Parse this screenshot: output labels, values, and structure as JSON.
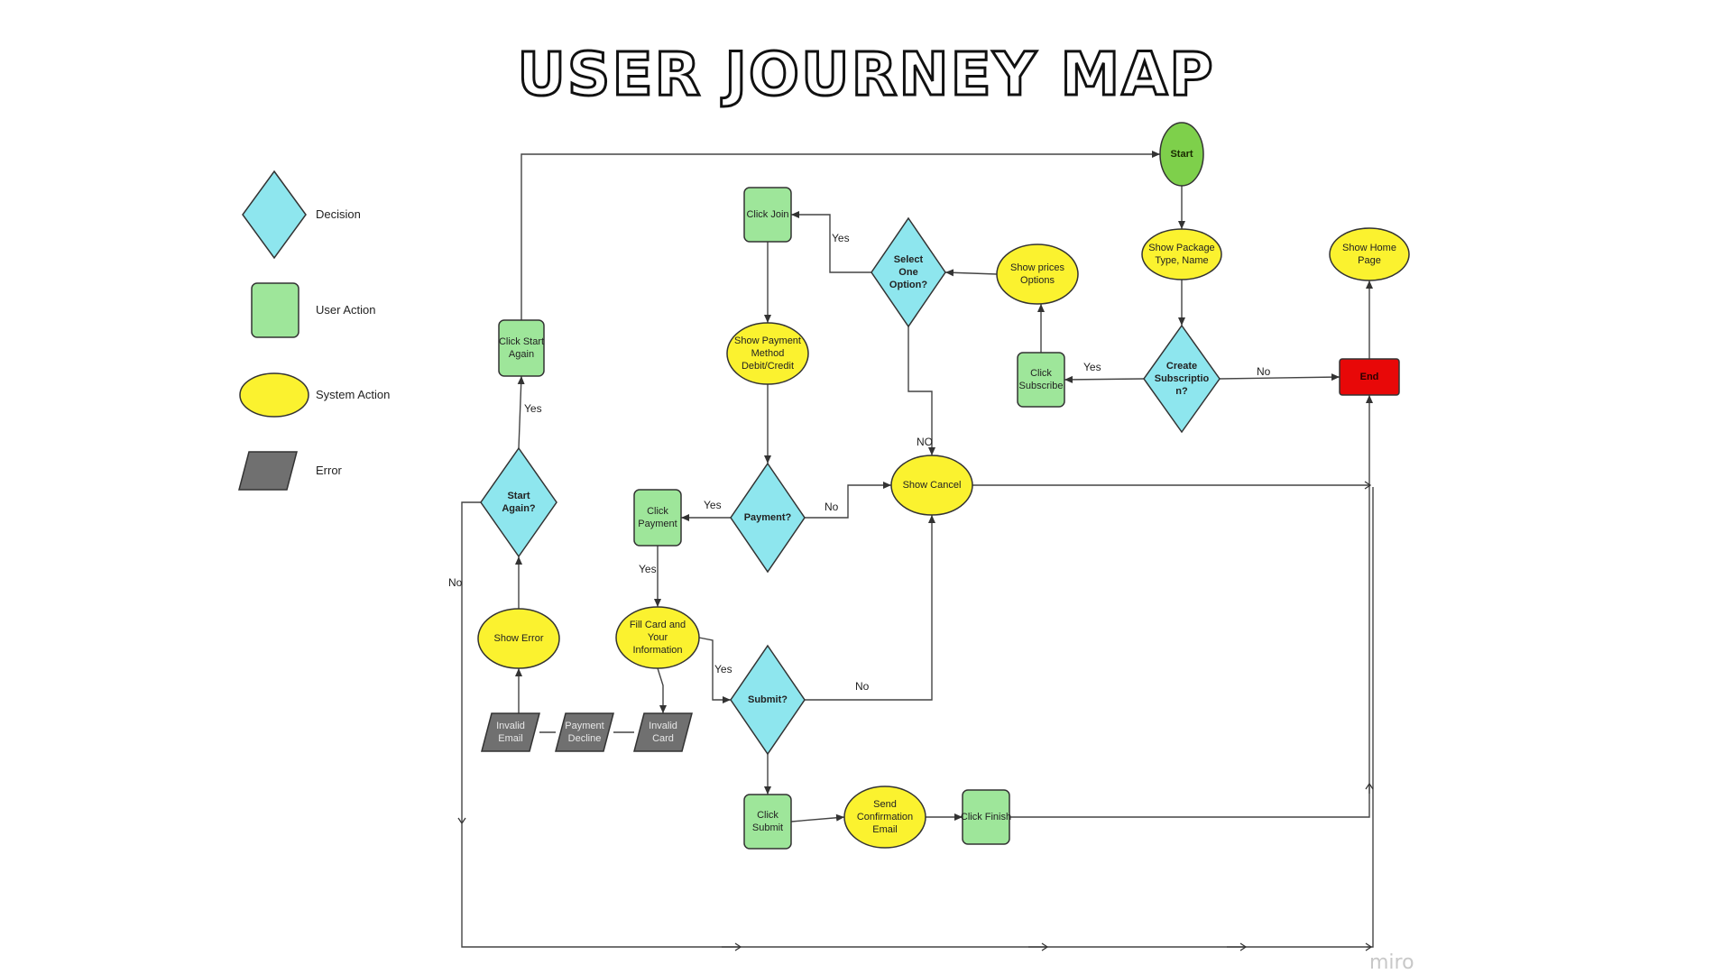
{
  "title": "USER JOURNEY MAP",
  "colors": {
    "decision": "#8ee6ee",
    "user_action": "#9ee69a",
    "system_action": "#fbf22f",
    "error": "#707070",
    "start": "#7ed04b",
    "end": "#e80808",
    "stroke": "#333333"
  },
  "legend": [
    {
      "kind": "decision",
      "label": "Decision"
    },
    {
      "kind": "user_action",
      "label": "User Action"
    },
    {
      "kind": "system_action",
      "label": "System Action"
    },
    {
      "kind": "error",
      "label": "Error"
    }
  ],
  "nodes": {
    "start": {
      "kind": "start",
      "lines": [
        "Start"
      ]
    },
    "show_package": {
      "kind": "system_action",
      "lines": [
        "Show Package",
        "Type, Name"
      ]
    },
    "create_subscription": {
      "kind": "decision",
      "lines": [
        "Create",
        "Subscriptio",
        "n?"
      ]
    },
    "end": {
      "kind": "end",
      "lines": [
        "End"
      ]
    },
    "show_home": {
      "kind": "system_action",
      "lines": [
        "Show Home",
        "Page"
      ]
    },
    "click_subscribe": {
      "kind": "user_action",
      "lines": [
        "Click",
        "Subscribe"
      ]
    },
    "show_prices": {
      "kind": "system_action",
      "lines": [
        "Show prices",
        "Options"
      ]
    },
    "select_one": {
      "kind": "decision",
      "lines": [
        "Select",
        "One",
        "Option?"
      ]
    },
    "click_join": {
      "kind": "user_action",
      "lines": [
        "Click Join"
      ]
    },
    "show_payment_method": {
      "kind": "system_action",
      "lines": [
        "Show Payment",
        "Method",
        "Debit/Credit"
      ]
    },
    "payment": {
      "kind": "decision",
      "lines": [
        "Payment?"
      ]
    },
    "show_cancel": {
      "kind": "system_action",
      "lines": [
        "Show Cancel"
      ]
    },
    "click_payment": {
      "kind": "user_action",
      "lines": [
        "Click",
        "Payment"
      ]
    },
    "fill_card": {
      "kind": "system_action",
      "lines": [
        "Fill Card and",
        "Your",
        "Information"
      ]
    },
    "submit": {
      "kind": "decision",
      "lines": [
        "Submit?"
      ]
    },
    "click_submit": {
      "kind": "user_action",
      "lines": [
        "Click",
        "Submit"
      ]
    },
    "send_email": {
      "kind": "system_action",
      "lines": [
        "Send",
        "Confirmation",
        "Email"
      ]
    },
    "click_finish": {
      "kind": "user_action",
      "lines": [
        "Click Finish"
      ]
    },
    "start_again": {
      "kind": "decision",
      "lines": [
        "Start",
        "Again?"
      ]
    },
    "click_start_again": {
      "kind": "user_action",
      "lines": [
        "Click Start",
        "Again"
      ]
    },
    "show_error": {
      "kind": "system_action",
      "lines": [
        "Show Error"
      ]
    },
    "invalid_email": {
      "kind": "error",
      "lines": [
        "Invalid",
        "Email"
      ]
    },
    "payment_decline": {
      "kind": "error",
      "lines": [
        "Payment",
        "Decline"
      ]
    },
    "invalid_card": {
      "kind": "error",
      "lines": [
        "Invalid",
        "Card"
      ]
    }
  },
  "edge_labels": {
    "create_no": "No",
    "create_yes": "Yes",
    "select_yes": "Yes",
    "select_no": "NO",
    "payment_yes": "Yes",
    "payment_no": "No",
    "click_payment_yes": "Yes",
    "fill_yes": "Yes",
    "submit_no": "No",
    "start_again_yes": "Yes",
    "start_again_no": "No"
  },
  "watermark": "miro"
}
